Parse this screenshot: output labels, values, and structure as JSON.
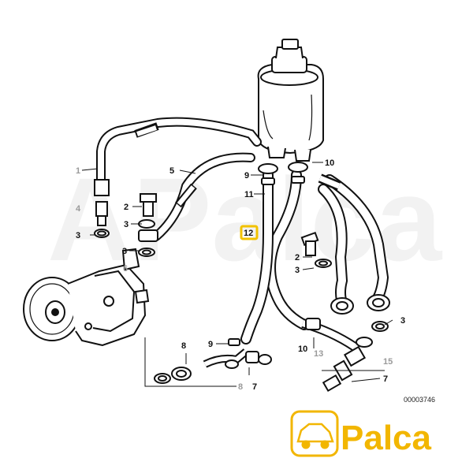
{
  "diagram": {
    "reference_number": "00003746",
    "highlighted_part": "12",
    "callouts": {
      "c1": "1",
      "c2a": "2",
      "c2b": "2",
      "c3a": "3",
      "c3b": "3",
      "c3c": "3",
      "c3d": "3",
      "c3e": "3",
      "c4": "4",
      "c5": "5",
      "c6": "6",
      "c7a": "7",
      "c7b": "7",
      "c8a": "8",
      "c8b": "8",
      "c9a": "9",
      "c9b": "9",
      "c10a": "10",
      "c10b": "10",
      "c11": "11",
      "c12": "12",
      "c13": "13",
      "c15": "15"
    },
    "highlight_color": "#f2c200"
  },
  "brand": {
    "name": "Palca",
    "color": "#f2b600",
    "icon": "car-icon"
  },
  "watermark": {
    "text": "APalca"
  }
}
